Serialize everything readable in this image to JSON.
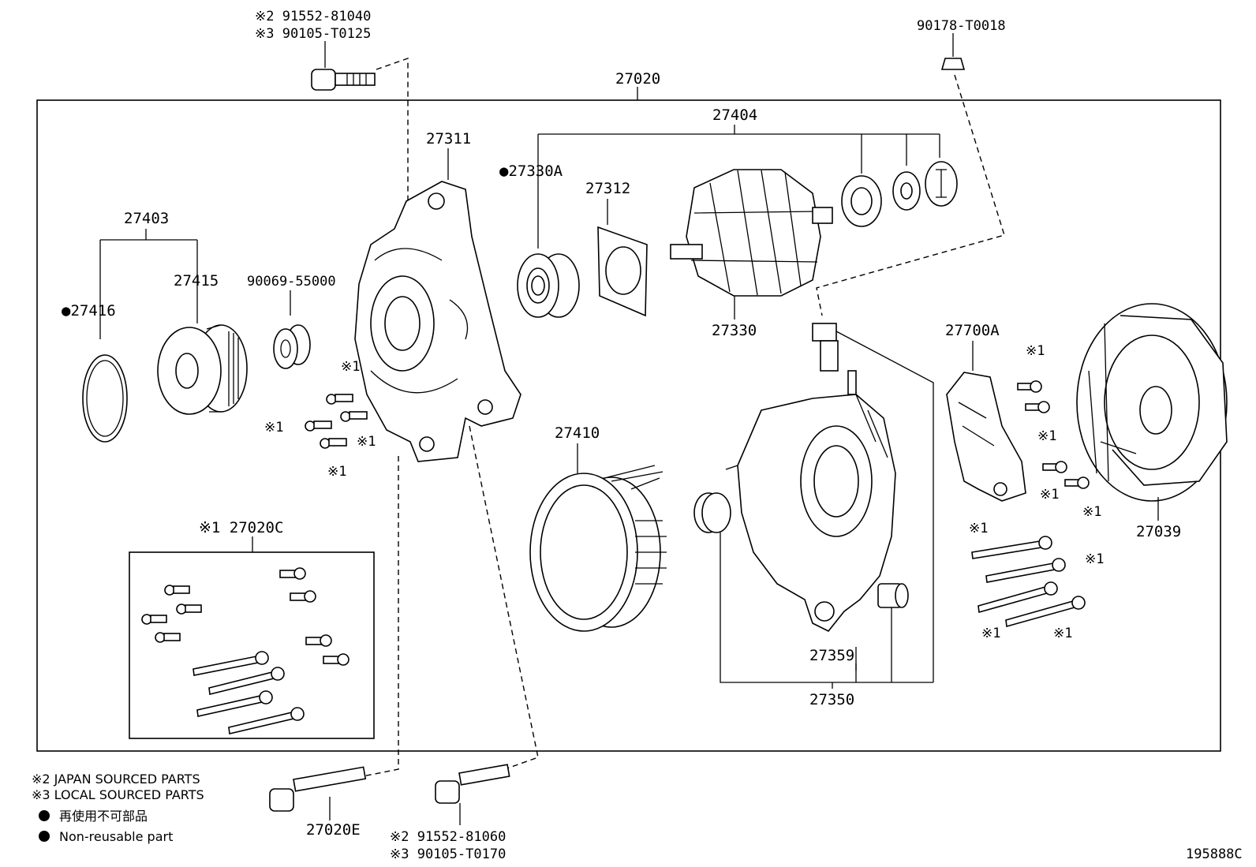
{
  "labels": {
    "assembly": "27020",
    "bolt_top_1": "※2 91552-81040",
    "bolt_top_2": "※3 90105-T0125",
    "nut_top": "90178-T0018",
    "frame": "27311",
    "rotor_assy": "27404",
    "bearing_front": "●27330A",
    "retainer": "27312",
    "pulley_assy": "27403",
    "pulley": "27415",
    "ring": "●27416",
    "collar": "90069-55000",
    "rotor": "27330",
    "regulator": "27700A",
    "stator": "27410",
    "cover": "27039",
    "screw_set": "※1 27020C",
    "rear_frame": "27359",
    "rear_frame_assy": "27350",
    "bolt_bottom_left": "27020E",
    "bolt_bottom_1": "※2 91552-81060",
    "bolt_bottom_2": "※3 90105-T0170",
    "note_mark": "※1",
    "code": "195888C"
  },
  "legend": {
    "line1": "※2 JAPAN SOURCED PARTS",
    "line2": "※3 LOCAL SOURCED PARTS",
    "line3": "再使用不可部品",
    "line4": "Non-reusable part"
  }
}
